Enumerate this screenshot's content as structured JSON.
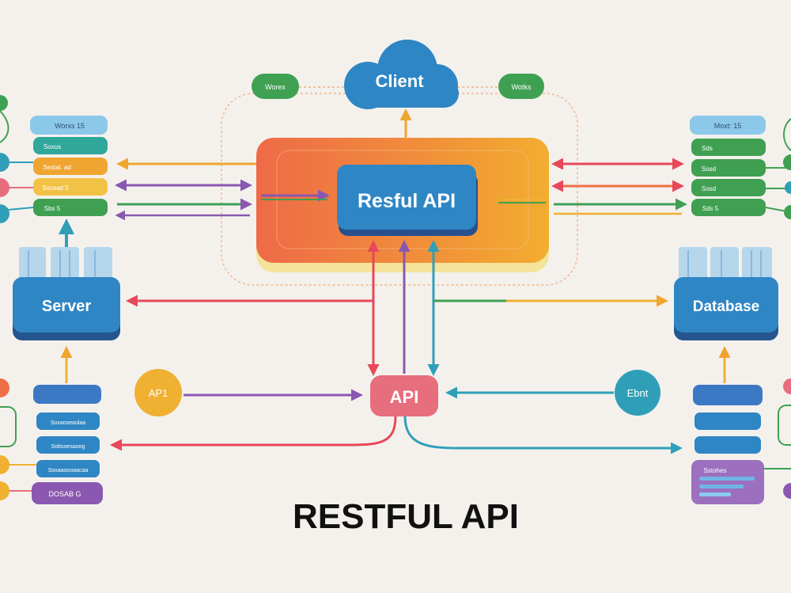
{
  "title": "RESTFUL API",
  "nodes": {
    "client": "Client",
    "restful_api": "Resful API",
    "server": "Server",
    "database": "Database",
    "api_center": "API",
    "api_left_circle": "AP1",
    "api_right_circle": "Ebnt",
    "pill_top_left": "Worex",
    "pill_top_right": "Wotks"
  },
  "left_top_stack": [
    "Worxs 15",
    "Soxus",
    "Sestal. ad",
    "Sxcead 5",
    "Sbs 5"
  ],
  "right_top_stack": [
    "Moxt: 15",
    "Sds",
    "Sosd",
    "Sosd",
    "Sds 5"
  ],
  "left_bottom_stack": [
    "",
    "Soxaoseaolaa",
    "Sobsoesaoog",
    "Soxaaoooaacaa",
    "DOSAB G"
  ],
  "right_bottom_stack": [
    "",
    "",
    "",
    "Sstohes"
  ],
  "colors": {
    "blue": "#2f86c4",
    "orange": "#ee6e45",
    "yellow": "#f0b031",
    "red": "#e8485a",
    "purple": "#8a58b0",
    "green": "#3fa052",
    "teal": "#2f9fb8",
    "pink": "#e76e7c"
  }
}
